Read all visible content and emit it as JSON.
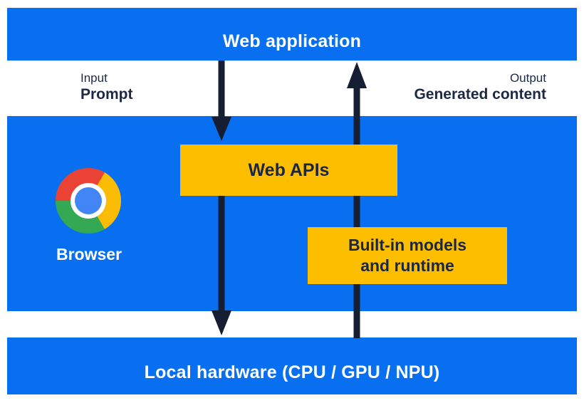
{
  "diagram": {
    "top_bar": {
      "label": "Web application"
    },
    "io_labels": {
      "input_title": "Input",
      "input_value": "Prompt",
      "output_title": "Output",
      "output_value": "Generated content"
    },
    "browser_band": {
      "browser_label": "Browser",
      "web_apis_label": "Web APIs",
      "builtin_models_line1": "Built-in models",
      "builtin_models_line2": "and runtime"
    },
    "bottom_bar": {
      "label": "Local hardware (CPU / GPU / NPU)"
    },
    "icons": {
      "browser": "chrome-browser-icon",
      "input_flow": "down-arrow",
      "output_flow": "up-arrow"
    },
    "colors": {
      "band_blue": "#0870f0",
      "box_yellow": "#fdbe00",
      "arrow_navy": "#151e33",
      "label_navy": "#1c2844",
      "box_text_navy": "#1b2642",
      "text_white": "#ffffff",
      "chrome_red": "#ea4335",
      "chrome_yellow": "#fbbc05",
      "chrome_green": "#34a853",
      "chrome_blue": "#4285f4"
    }
  }
}
